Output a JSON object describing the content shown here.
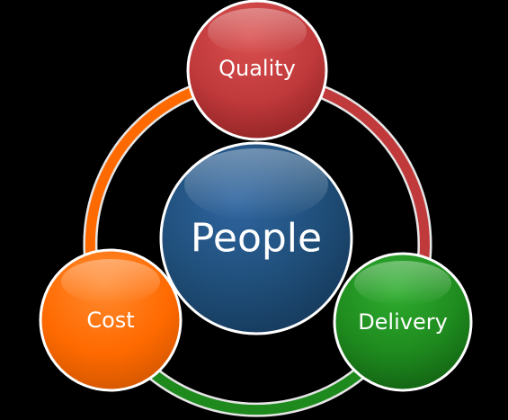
{
  "diagram": {
    "center": {
      "label": "People"
    },
    "nodes": {
      "quality": {
        "label": "Quality"
      },
      "delivery": {
        "label": "Delivery"
      },
      "cost": {
        "label": "Cost"
      }
    }
  },
  "colors": {
    "background": "#000000",
    "people": "#1f4e79",
    "quality": "#c0393b",
    "delivery": "#1e8a1e",
    "cost": "#ff6a00",
    "ring_left": "#ff6a00",
    "ring_right": "#c0393b",
    "ring_bottom": "#1e8a1e",
    "outline": "#ffffff"
  }
}
